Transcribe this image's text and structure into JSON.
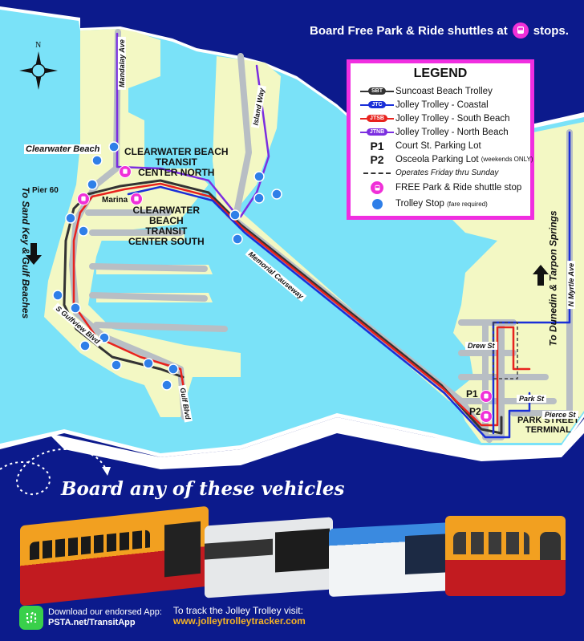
{
  "banner": {
    "text_before": "Board Free Park & Ride shuttles at",
    "text_after": "stops.",
    "icon": "shuttle-bus-icon"
  },
  "compass": {
    "north_label": "N"
  },
  "legend": {
    "title": "LEGEND",
    "routes": [
      {
        "code": "SBT",
        "label": "Suncoast Beach Trolley",
        "color": "#333333"
      },
      {
        "code": "JTC",
        "label": "Jolley Trolley - Coastal",
        "color": "#1a2fd8"
      },
      {
        "code": "JTSB",
        "label": "Jolley Trolley - South Beach",
        "color": "#e8231e"
      },
      {
        "code": "JTNB",
        "label": "Jolley Trolley - North Beach",
        "color": "#7b2ee0"
      }
    ],
    "parking": [
      {
        "code": "P1",
        "label": "Court St. Parking Lot",
        "note": ""
      },
      {
        "code": "P2",
        "label": "Osceola Parking Lot",
        "note": "(weekends ONLY)"
      }
    ],
    "dashed_note": "Operates Friday thru Sunday",
    "shuttle_stop": "FREE Park & Ride shuttle stop",
    "trolley_stop": "Trolley Stop",
    "trolley_stop_note": "(fare required)"
  },
  "map_labels": {
    "clearwater_beach": "Clearwater Beach",
    "pier60": "Pier 60",
    "marina": "Marina",
    "cbtc_north": [
      "CLEARWATER BEACH",
      "TRANSIT",
      "CENTER NORTH"
    ],
    "cbtc_south": [
      "CLEARWATER",
      "BEACH",
      "TRANSIT",
      "CENTER SOUTH"
    ],
    "to_sand_key": "To Sand Key & Gulf Beaches",
    "to_dunedin": "To Dunedin & Tarpon Springs",
    "park_street_terminal": [
      "PARK STREET",
      "TERMINAL"
    ],
    "p1": "P1",
    "p2": "P2"
  },
  "roads": {
    "mandalay": "Mandalay Ave",
    "island_way": "Island Way",
    "memorial_causeway": "Memorial Causeway",
    "s_gulfview": "S Gulfview Blvd",
    "gulf_blvd": "Gulf Blvd",
    "n_myrtle": "N Myrtle Ave",
    "drew": "Drew St",
    "park": "Park St",
    "pierce": "Pierce St"
  },
  "vehicles": {
    "title": "Board any of these vehicles",
    "items": [
      {
        "name": "Jolley Trolley",
        "color": "#f2a020"
      },
      {
        "name": "PSTA bus white",
        "color": "#e8e8e8"
      },
      {
        "name": "PSTA bus blue",
        "color": "#3a8ae0"
      },
      {
        "name": "Jolley Trolley classic",
        "color": "#f2a020"
      }
    ]
  },
  "footer": {
    "app_line1": "Download our endorsed App:",
    "app_line2": "PSTA.net/TransitApp",
    "track_line1": "To track the Jolley Trolley visit:",
    "track_url": "www.jolleytrolleytracker.com"
  },
  "colors": {
    "navy": "#0c1a8c",
    "water": "#7ae2f8",
    "land": "#f3f8c4",
    "road": "#b8bec4",
    "shuttle": "#f030d8",
    "trolley_stop": "#2f7fe8",
    "sbt": "#333333",
    "jtc": "#1a2fd8",
    "jtsb": "#e8231e",
    "jtnb": "#7b2ee0"
  }
}
